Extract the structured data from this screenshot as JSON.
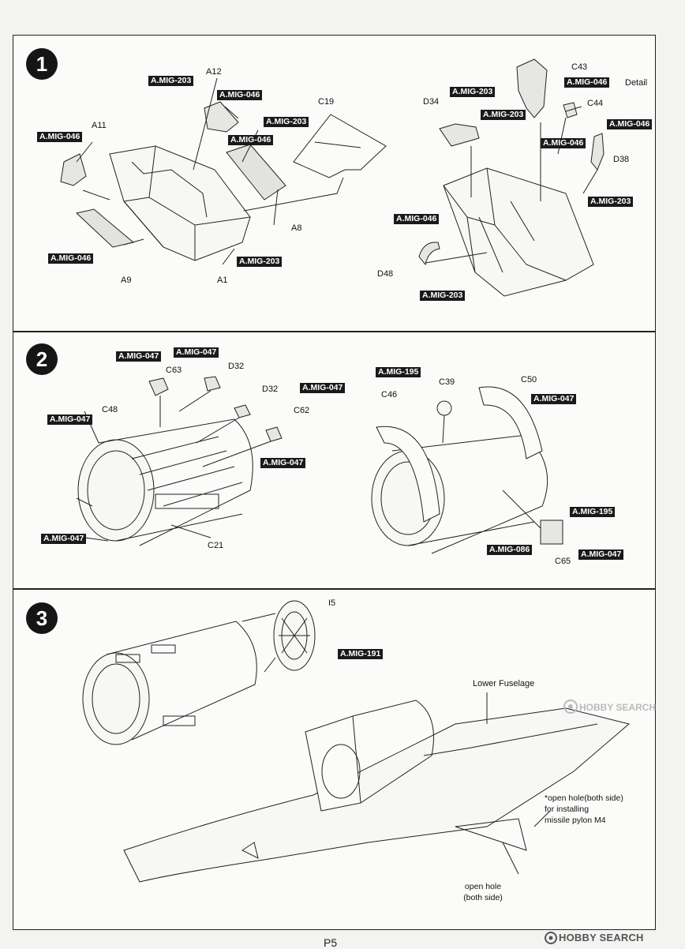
{
  "steps": [
    {
      "number": "1"
    },
    {
      "number": "2"
    },
    {
      "number": "3"
    }
  ],
  "step1": {
    "part_A12": "A12",
    "part_A11": "A11",
    "part_A9": "A9",
    "part_A1": "A1",
    "part_A8": "A8",
    "part_C19": "C19",
    "part_C43": "C43",
    "part_C44": "C44",
    "part_D34": "D34",
    "part_D38": "D38",
    "part_D48": "D48",
    "detail": "Detail",
    "paint_203": "A.MIG-203",
    "paint_046": "A.MIG-046"
  },
  "step2": {
    "part_C63": "C63",
    "part_D32a": "D32",
    "part_D32b": "D32",
    "part_C48": "C48",
    "part_C62": "C62",
    "part_C21": "C21",
    "part_C46": "C46",
    "part_C39": "C39",
    "part_C50": "C50",
    "part_C65": "C65",
    "paint_047": "A.MIG-047",
    "paint_195": "A.MIG-195",
    "paint_086": "A.MIG-086"
  },
  "step3": {
    "part_I5": "I5",
    "paint_191": "A.MIG-191",
    "lower_fuselage": "Lower Fuselage",
    "open_hole_note_1": "*open hole(both side)",
    "open_hole_note_2": "for installing",
    "open_hole_note_3": "missile pylon M4",
    "open_hole_both_1": "open hole",
    "open_hole_both_2": "(both side)"
  },
  "footer": {
    "page_number": "P5",
    "watermark": "HOBBY SEARCH",
    "watermark_small": "HOBBY SEARCH"
  }
}
